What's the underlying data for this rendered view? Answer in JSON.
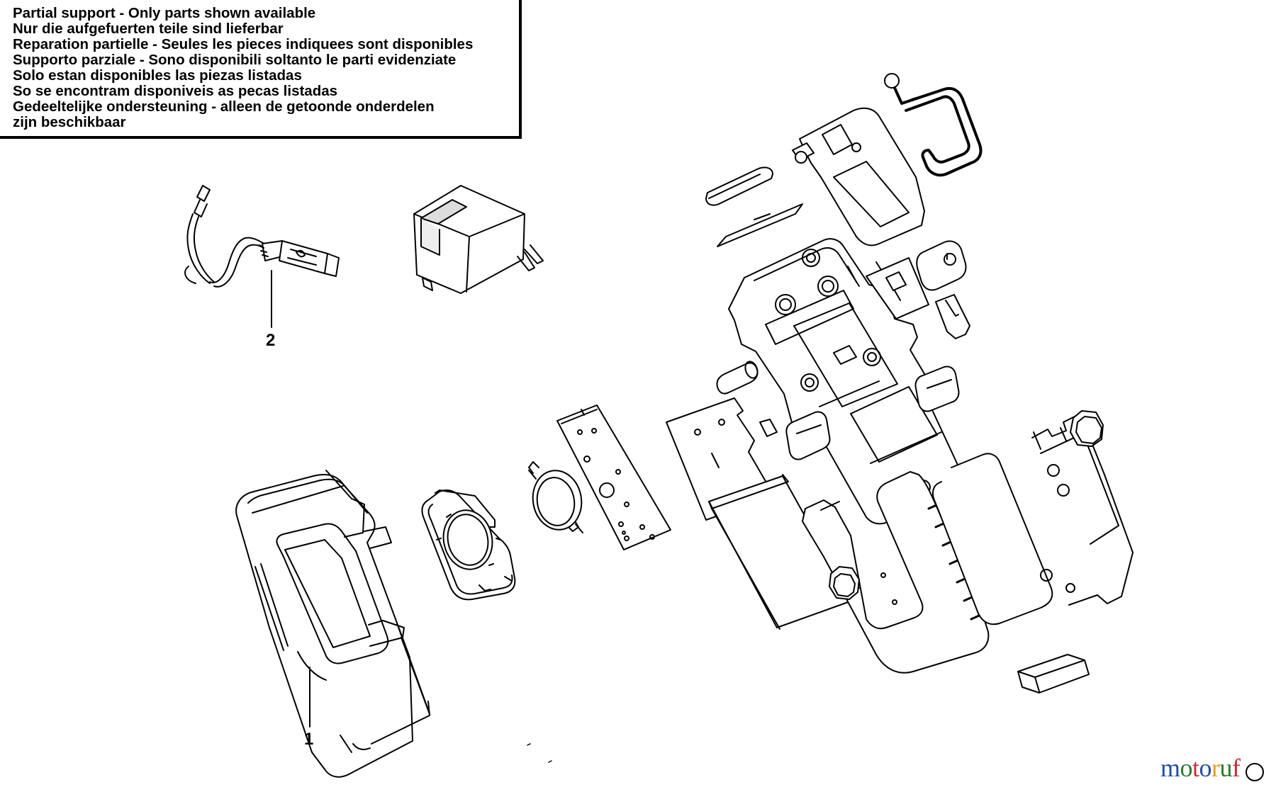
{
  "notice": {
    "lines": [
      "Partial support - Only parts shown available",
      "Nur die aufgefuerten teile sind lieferbar",
      "Reparation partielle - Seules les pieces indiquees sont disponibles",
      "Supporto parziale - Sono disponibili soltanto le parti evidenziate",
      "Solo estan disponibles las piezas listadas",
      "So se encontram disponiveis as pecas listadas",
      "Gedeeltelijke ondersteuning - alleen de getoonde onderdelen",
      "zijn beschikbaar"
    ]
  },
  "callouts": [
    {
      "label": "1"
    },
    {
      "label": "2"
    }
  ],
  "watermark": {
    "text_parts": [
      "m",
      "o",
      "t",
      "o",
      "r",
      "u",
      "f"
    ],
    "colors": [
      "#1f4fa3",
      "#2d7a2d",
      "#c03030",
      "#1f4fa3",
      "#e0a020",
      "#2d7a2d",
      "#c03030"
    ]
  },
  "icons": [
    "usb-cable-icon",
    "wall-charger-icon",
    "lamp-housing-icon",
    "lens-holder-icon",
    "lens-icon",
    "led-board-icon",
    "pcb-icon",
    "battery-icon",
    "switch-icon",
    "frame-icon",
    "hook-icon",
    "handle-icon",
    "magnet-icon"
  ]
}
